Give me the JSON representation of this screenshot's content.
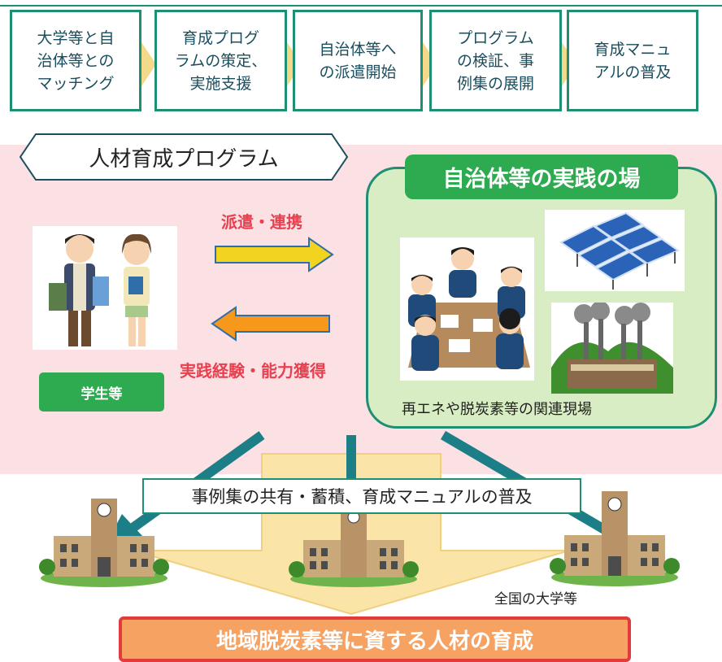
{
  "steps": [
    {
      "label": "大学等と自治体等とのマッチング",
      "lines": [
        "大学等と自",
        "治体等との",
        "マッチング"
      ]
    },
    {
      "label": "育成プログラムの策定、実施支援",
      "lines": [
        "育成プログ",
        "ラムの策定、",
        "実施支援"
      ]
    },
    {
      "label": "自治体等への派遣開始",
      "lines": [
        "自治体等へ",
        "の派遣開始"
      ]
    },
    {
      "label": "プログラムの検証、事例集の展開",
      "lines": [
        "プログラム",
        "の検証、事",
        "例集の展開"
      ]
    },
    {
      "label": "育成マニュアルの普及",
      "lines": [
        "育成マニュ",
        "アルの普及"
      ]
    }
  ],
  "program_label": "人材育成プログラム",
  "practice_panel": {
    "title": "自治体等の実践の場",
    "caption": "再エネや脱炭素等の関連現場"
  },
  "flows": {
    "dispatch": "派遣・連携",
    "experience": "実践経験・能力獲得"
  },
  "students_label": "学生等",
  "sharing_label": "事例集の共有・蓄積、育成マニュアルの普及",
  "universities_label": "全国の大学等",
  "result_label": "地域脱炭素等に資する人材の育成",
  "colors": {
    "frame_green": "#1e8f73",
    "badge_green": "#2eaa50",
    "panel_green": "#d8edc3",
    "pink_band": "#fbe1e4",
    "red_text": "#e8404f",
    "yellow_arrow": "#f1d320",
    "orange_arrow": "#f5981c",
    "result_fill": "#f5a263",
    "result_border": "#e23b3b"
  },
  "icons": [
    "students-illustration",
    "meeting-illustration",
    "solar-panel-illustration",
    "biomass-plant-illustration",
    "university-building-icon"
  ]
}
